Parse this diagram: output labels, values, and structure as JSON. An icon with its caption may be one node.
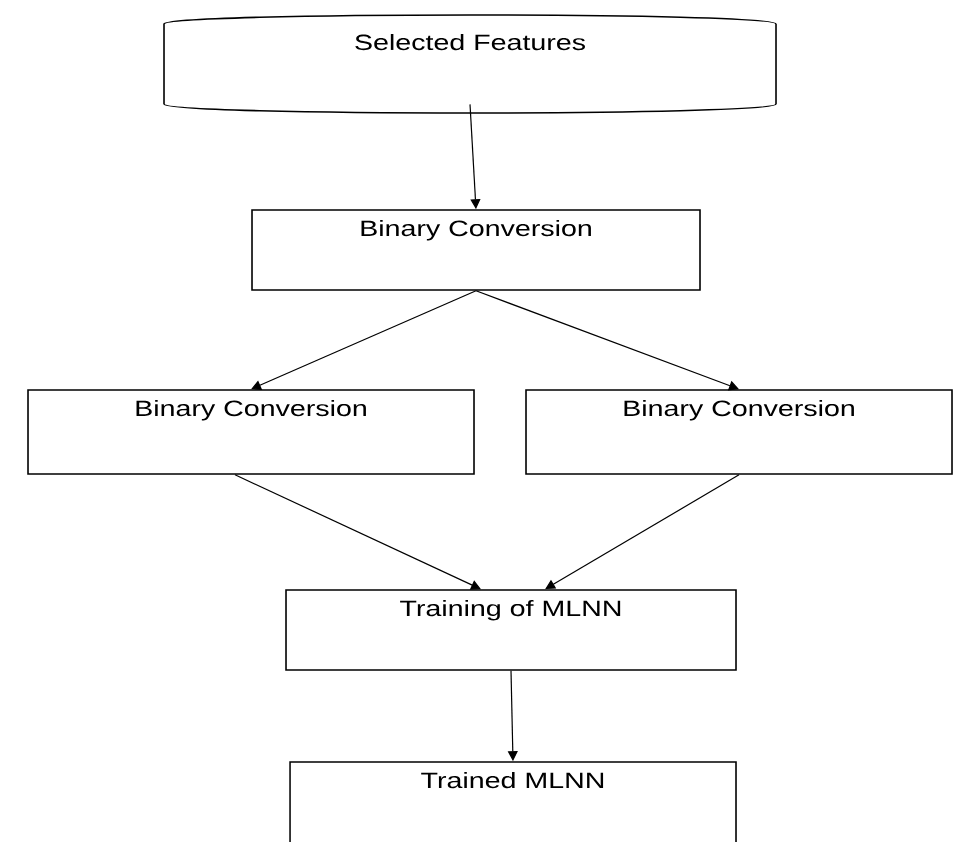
{
  "diagram": {
    "nodes": [
      {
        "text": [
          "Selected Features"
        ]
      },
      {
        "text": [
          "Binary Conversion"
        ]
      },
      {
        "text": [
          "Binary Conversion"
        ]
      },
      {
        "text": [
          "Binary Conversion"
        ]
      },
      {
        "text": [
          "Training of MLNN"
        ]
      },
      {
        "text": [
          "Trained MLNN"
        ]
      }
    ],
    "edges": [
      {
        "from": 0,
        "to": 1,
        "arrow": "to"
      },
      {
        "from": 1,
        "to": 2,
        "arrow": "to"
      },
      {
        "from": 1,
        "to": 3,
        "arrow": "to"
      },
      {
        "from": 2,
        "to": 4,
        "arrow": "to"
      },
      {
        "from": 3,
        "to": 4,
        "arrow": "to"
      },
      {
        "from": 4,
        "to": 5,
        "arrow": "to"
      }
    ]
  }
}
